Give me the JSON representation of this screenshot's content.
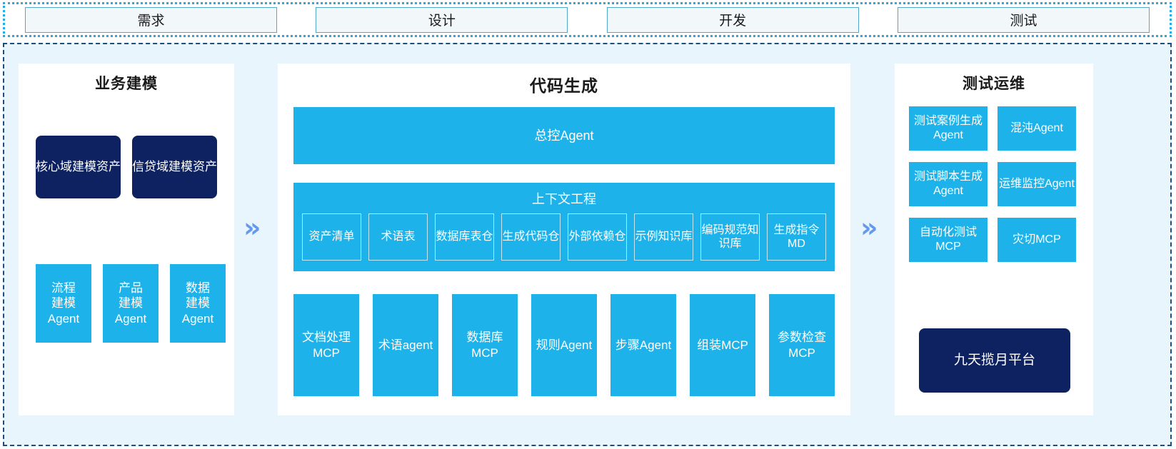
{
  "phases": [
    {
      "label": "需求"
    },
    {
      "label": "设计"
    },
    {
      "label": "开发"
    },
    {
      "label": "测试"
    }
  ],
  "arrows": {
    "left_glyph": "»",
    "right_glyph": "»",
    "color": "#6699EE"
  },
  "colors": {
    "blue": "#1DB3EA",
    "navy": "#0E2160",
    "band_background": "#E9F5FD",
    "panel_background": "#FFFFFF",
    "phase_border": "#4FA8CC",
    "dotted_border": "#29ABE2",
    "dashed_border": "#1C4E80"
  },
  "panels": {
    "left": {
      "title": "业务建模",
      "assets": [
        {
          "label": "核心域建模资产"
        },
        {
          "label": "信贷域建模资产"
        }
      ],
      "modelers": [
        {
          "label": "流程\n建模\nAgent",
          "line1": "流程",
          "line2": "建模",
          "line3": "Agent"
        },
        {
          "label": "产品\n建模\nAgent",
          "line1": "产品",
          "line2": "建模",
          "line3": "Agent"
        },
        {
          "label": "数据\n建模\nAgent",
          "line1": "数据",
          "line2": "建模",
          "line3": "Agent"
        }
      ]
    },
    "center": {
      "title": "代码生成",
      "controller": "总控Agent",
      "context": {
        "title": "上下文工程",
        "items": [
          {
            "label": "资产清单"
          },
          {
            "label": "术语表"
          },
          {
            "label": "数据库表仓"
          },
          {
            "label": "生成代码仓"
          },
          {
            "label": "外部依赖仓"
          },
          {
            "label": "示例知识库"
          },
          {
            "label": "编码规范知识库"
          },
          {
            "label": "生成指令MD"
          }
        ]
      },
      "tools": [
        {
          "line1": "文档处理",
          "line2": "MCP"
        },
        {
          "line1": "术语agent",
          "line2": ""
        },
        {
          "line1": "数据库",
          "line2": "MCP"
        },
        {
          "line1": "规则Agent",
          "line2": ""
        },
        {
          "line1": "步骤Agent",
          "line2": ""
        },
        {
          "line1": "组装MCP",
          "line2": ""
        },
        {
          "line1": "参数检查",
          "line2": "MCP"
        }
      ]
    },
    "right": {
      "title": "测试运维",
      "boxes": [
        {
          "label": "测试案例生成Agent"
        },
        {
          "label": "混沌Agent"
        },
        {
          "label": "测试脚本生成Agent"
        },
        {
          "label": "运维监控Agent"
        },
        {
          "label": "自动化测试MCP"
        },
        {
          "label": "灾切MCP"
        }
      ],
      "platform": "九天揽月平台"
    }
  }
}
